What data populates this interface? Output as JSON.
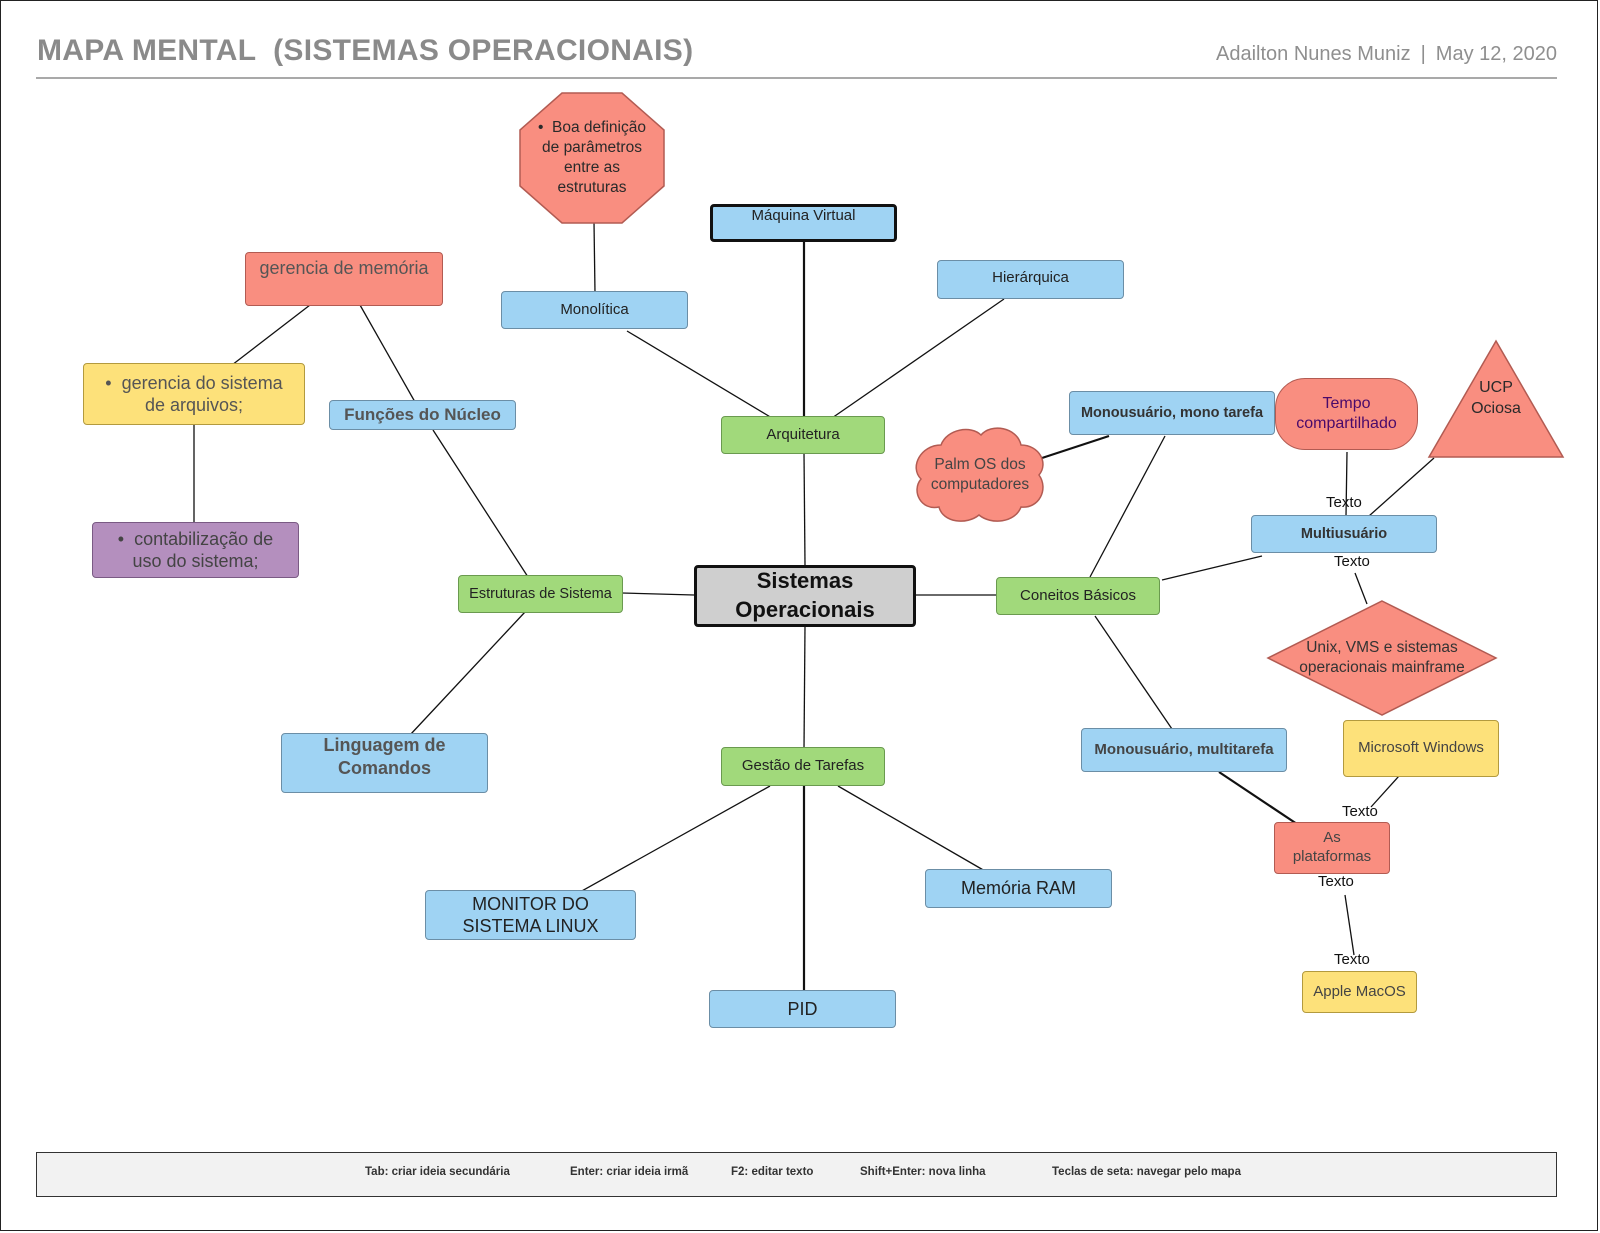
{
  "header": {
    "title": "MAPA MENTAL  (SISTEMAS OPERACIONAIS)",
    "author": "Adailton Nunes Muniz",
    "separator": "|",
    "date": "May 12, 2020"
  },
  "nodes": {
    "center": "Sistemas Operacionais",
    "arquitetura": "Arquitetura",
    "maquina_virtual": "Máquina Virtual",
    "monolitica": "Monolítica",
    "hierarquica": "Hierárquica",
    "boa_definicao": "Boa definição de parâmetros entre as estruturas",
    "estruturas": "Estruturas de Sistema",
    "funcoes_nucleo": "Funções do Núcleo",
    "gerencia_memoria": "gerencia de memória",
    "gerencia_arquivos": "gerencia do sistema de arquivos;",
    "contabilizacao": "contabilização de uso do sistema;",
    "linguagem": "Linguagem de Comandos",
    "gestao": "Gestão de Tarefas",
    "monitor": "MONITOR DO SISTEMA LINUX",
    "pid": "PID",
    "memoria_ram": "Memória RAM",
    "conceitos": "Coneitos Básicos",
    "mono_mono": "Monousuário, mono tarefa",
    "palm": "Palm OS dos computadores",
    "multiusuario": "Multiusuário",
    "tempo": "Tempo compartilhado",
    "ucp": "UCP Ociosa",
    "unix": "Unix, VMS e sistemas operacionais mainframe",
    "mono_multi": "Monousuário, multitarefa",
    "plataformas": "As plataformas",
    "windows": "Microsoft Windows",
    "macos": "Apple MacOS"
  },
  "edge_labels": {
    "texto_1": "Texto",
    "texto_2": "Texto",
    "texto_3": "Texto",
    "texto_4": "Texto",
    "texto_5": "Texto"
  },
  "shortcuts": {
    "tab": "Tab: criar ideia secundária",
    "enter": "Enter: criar ideia irmã",
    "f2": "F2: editar texto",
    "shift_enter": "Shift+Enter: nova linha",
    "arrows": "Teclas de seta: navegar pelo mapa"
  },
  "colors": {
    "blue": "#9fd3f3",
    "green": "#a1d97b",
    "red": "#f98e80",
    "yellow": "#fde17a",
    "purple": "#b48fbe",
    "center": "#cfcfcf"
  }
}
